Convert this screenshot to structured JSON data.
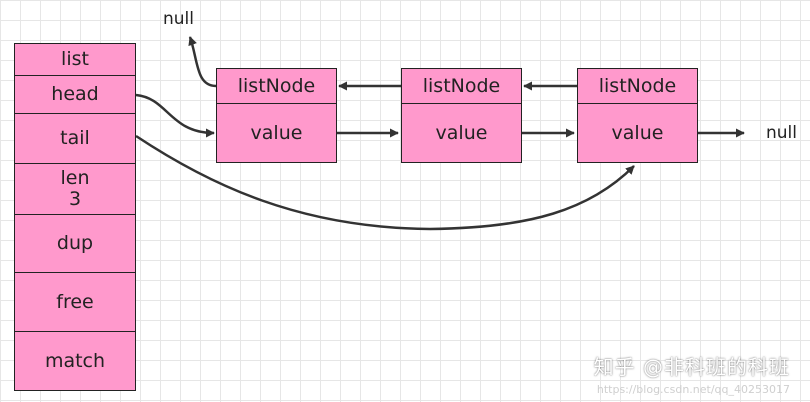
{
  "list_struct": {
    "fields": [
      {
        "label": "list"
      },
      {
        "label": "head"
      },
      {
        "label": "tail"
      },
      {
        "label": "len",
        "value": "3"
      },
      {
        "label": "dup"
      },
      {
        "label": "free"
      },
      {
        "label": "match"
      }
    ]
  },
  "nodes": [
    {
      "title": "listNode",
      "field": "value"
    },
    {
      "title": "listNode",
      "field": "value"
    },
    {
      "title": "listNode",
      "field": "value"
    }
  ],
  "null_labels": {
    "prev": "null",
    "next": "null"
  },
  "colors": {
    "fill": "#ff99cc",
    "stroke": "#222222",
    "arrow": "#333333"
  },
  "watermark": {
    "main": "知乎 @非科班的科班",
    "sub": "https://blog.csdn.net/qq_40253017"
  }
}
